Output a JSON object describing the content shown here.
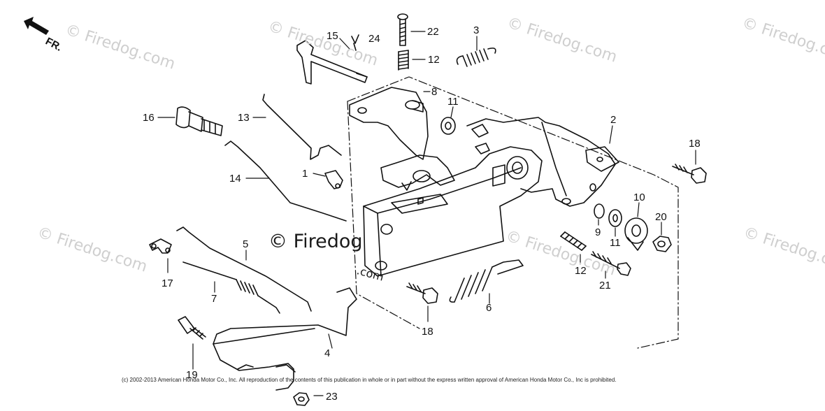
{
  "orientation": {
    "label": "FR."
  },
  "watermarks": {
    "text": "© Firedog.com",
    "main": "© Firedog",
    "main_suffix": ".com"
  },
  "copyright": "(c) 2002-2013 American Honda Motor Co., Inc. All reproduction of the contents of this publication in whole or in part without the express written approval of American Honda Motor Co., Inc is prohibited.",
  "callouts": [
    "1",
    "2",
    "3",
    "4",
    "5",
    "6",
    "7",
    "8",
    "9",
    "10",
    "11",
    "11",
    "12",
    "12",
    "13",
    "14",
    "15",
    "16",
    "17",
    "18",
    "18",
    "19",
    "20",
    "21",
    "22",
    "23",
    "24"
  ]
}
